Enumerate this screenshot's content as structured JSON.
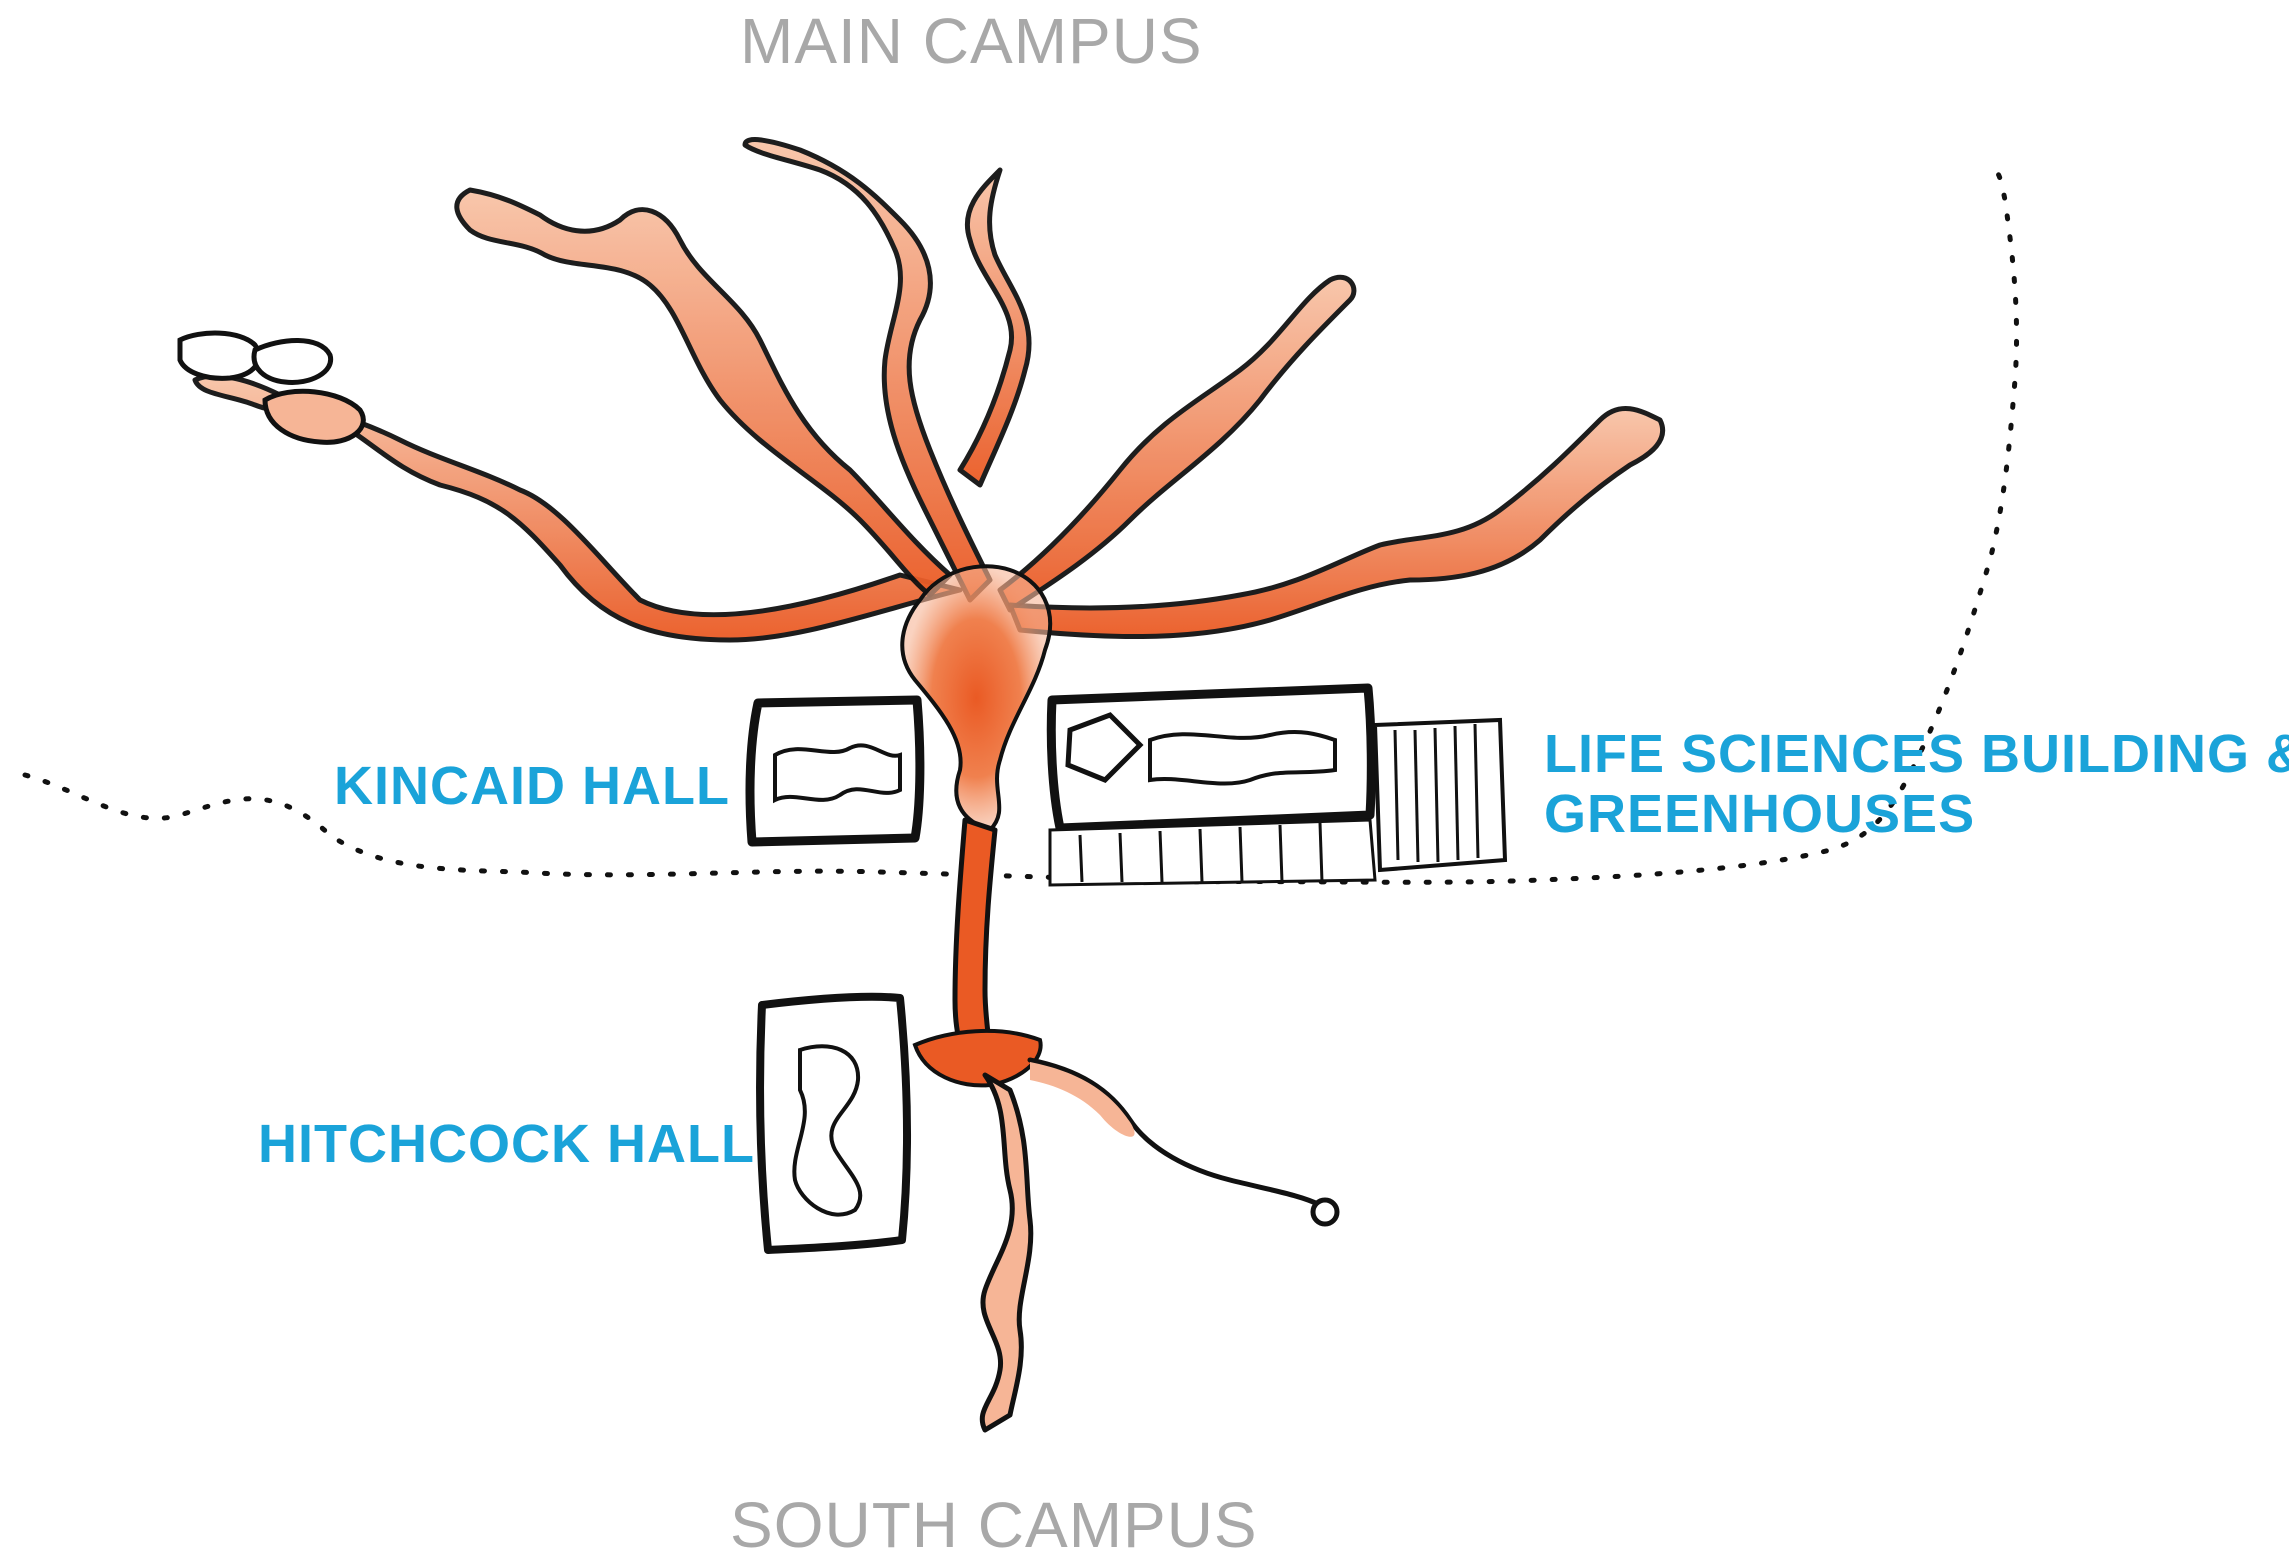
{
  "colors": {
    "campus_label": "#a8a8a8",
    "building_label": "#1aa3d9",
    "path_fill_dark": "#ea5a24",
    "path_fill_light": "#f6b596",
    "ink": "#111111"
  },
  "labels": {
    "main_campus": "MAIN CAMPUS",
    "south_campus": "SOUTH CAMPUS",
    "kincaid_hall": "KINCAID HALL",
    "hitchcock_hall": "HITCHCOCK HALL",
    "life_sciences_line1": "LIFE SCIENCES BUILDING &",
    "life_sciences_line2": "GREENHOUSES"
  }
}
